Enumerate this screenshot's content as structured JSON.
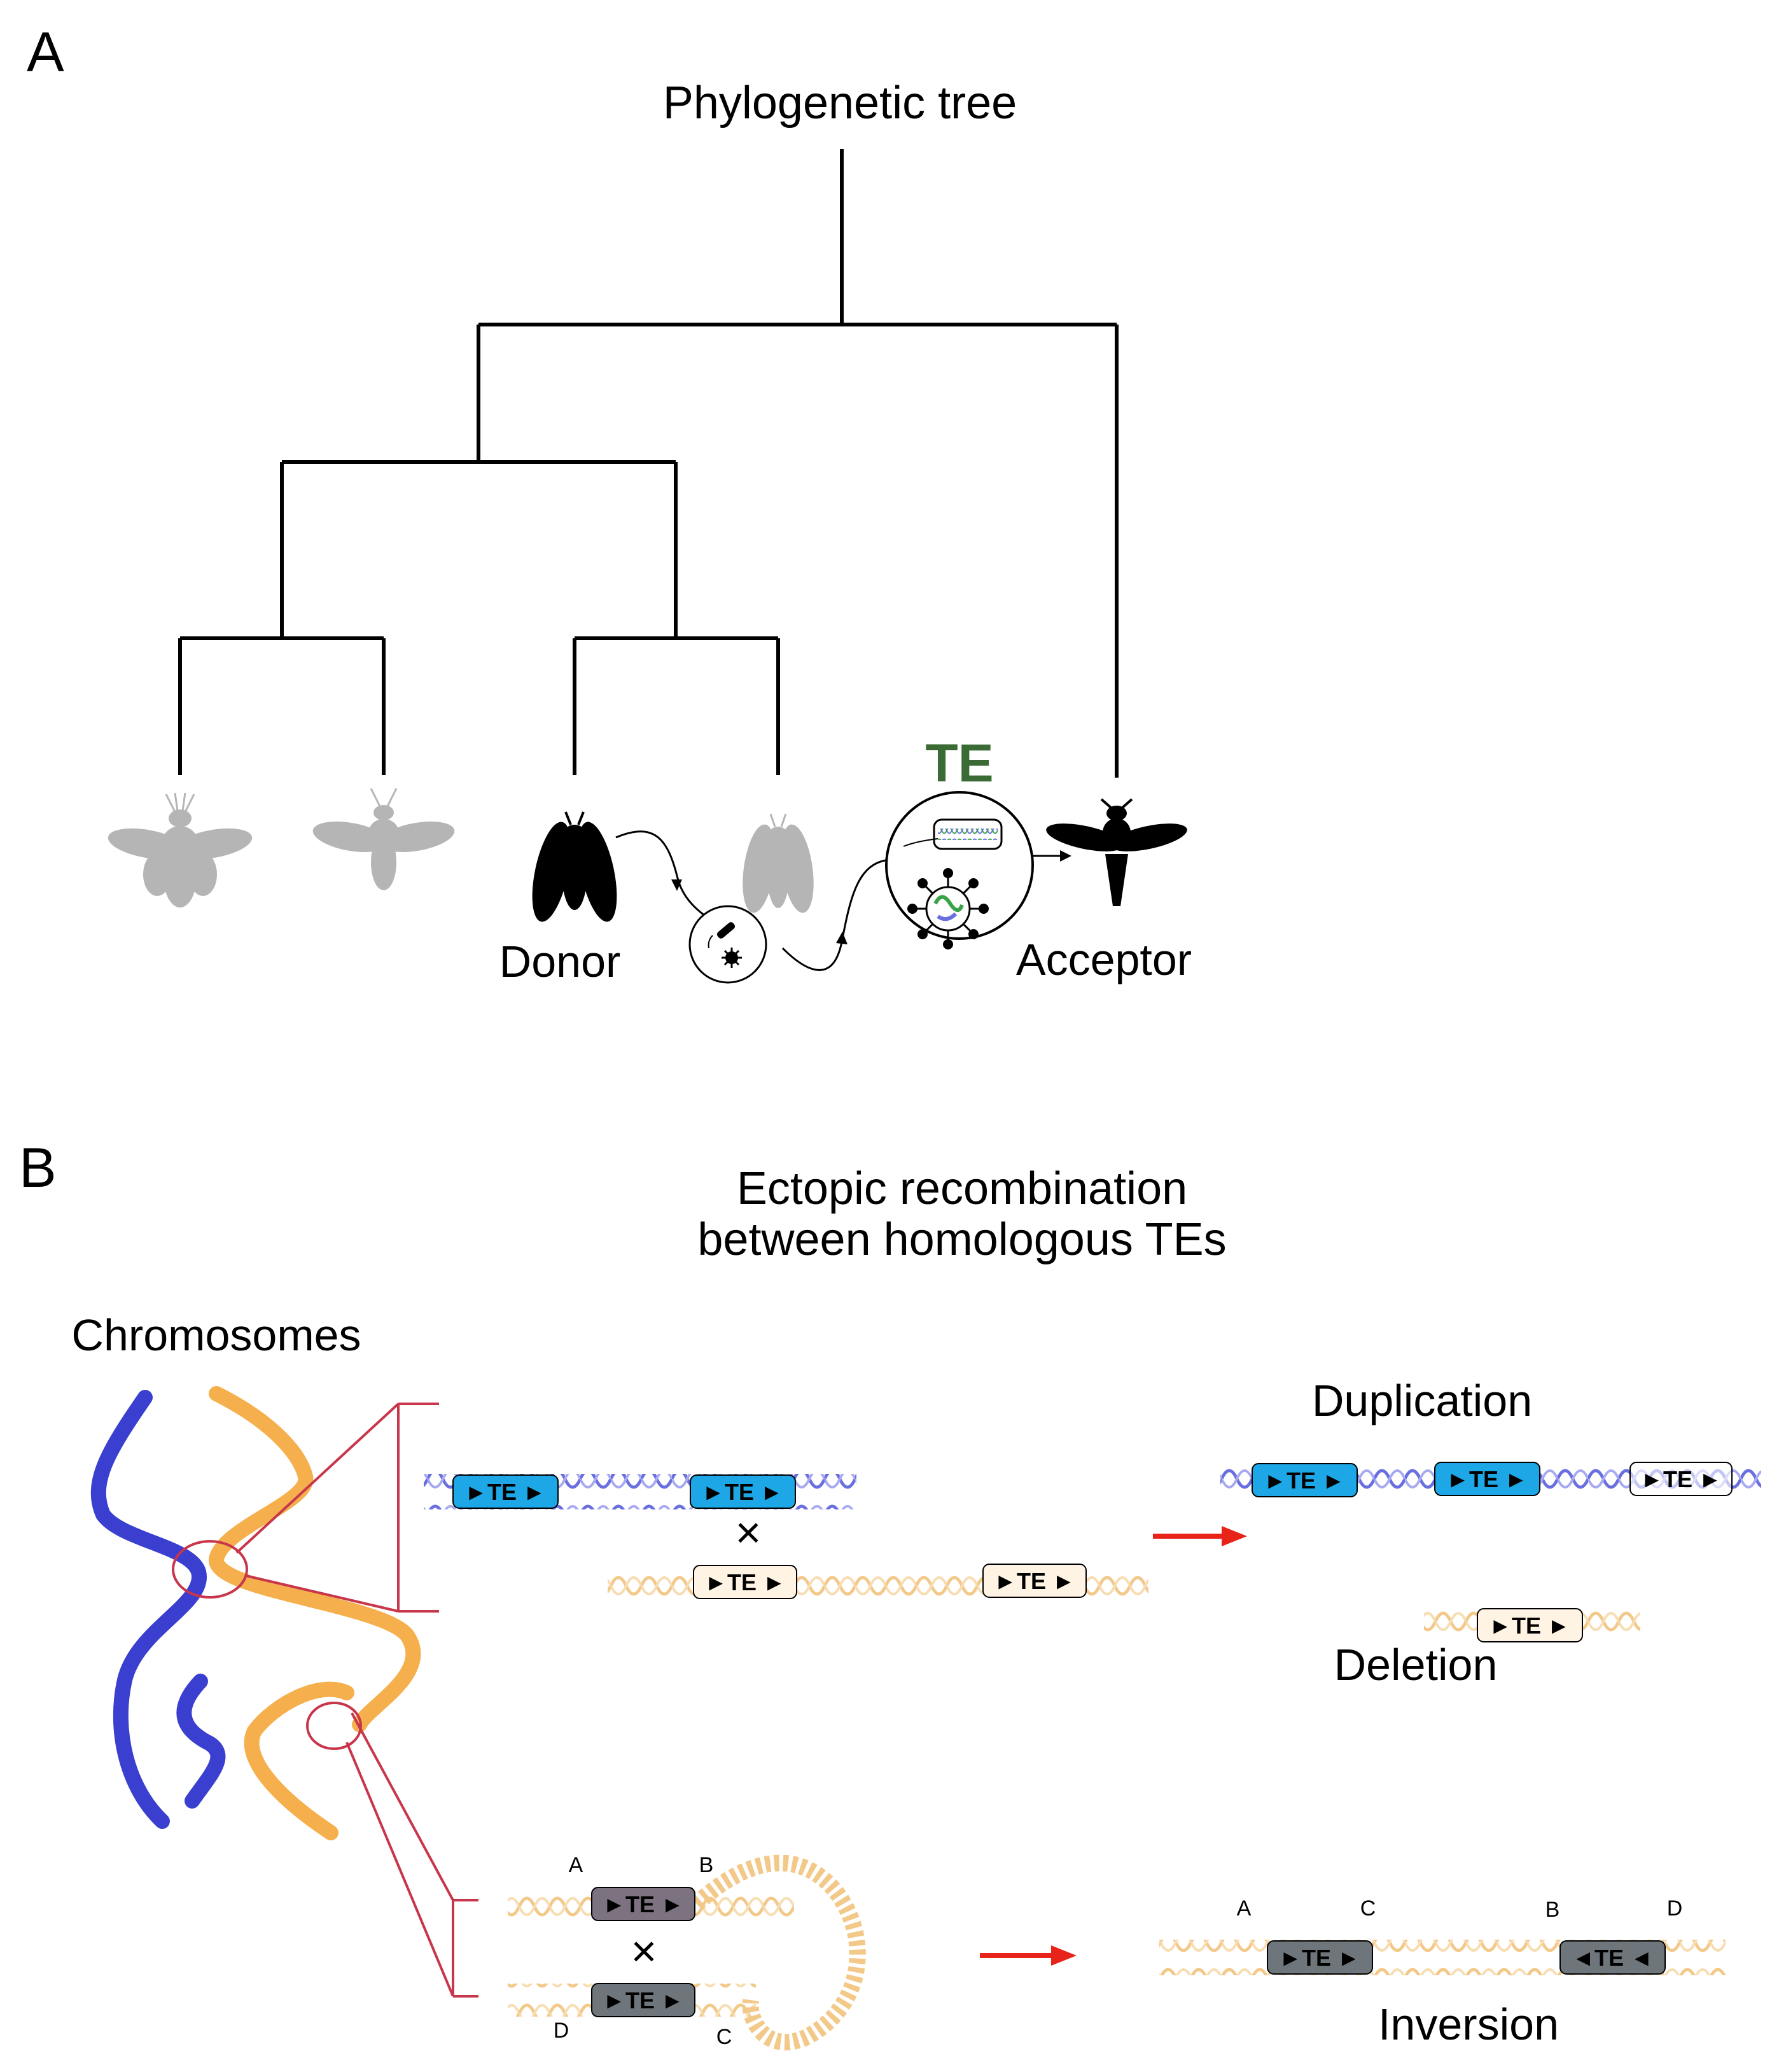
{
  "panel_a": {
    "letter": "A",
    "title": "Phylogenetic tree",
    "te_label": "TE",
    "donor_label": "Donor",
    "acceptor_label": "Acceptor"
  },
  "panel_b": {
    "letter": "B",
    "title_line1": "Ectopic recombination",
    "title_line2": "between homologous TEs",
    "chromosomes_label": "Chromosomes",
    "duplication_label": "Duplication",
    "deletion_label": "Deletion",
    "inversion_label": "Inversion",
    "te_text": "TE",
    "te_forward": "►TE ►",
    "te_reverse": "◄TE ◄",
    "cross_symbol": "×",
    "point_a": "A",
    "point_b": "B",
    "point_c": "C",
    "point_d": "D"
  },
  "colors": {
    "blue_chromosome": "#3a3fcf",
    "orange_chromosome": "#f5b04d",
    "te_blue": "#1ea7e6",
    "te_gray": "#6f767b",
    "te_purple_gray": "#7d7280",
    "te_green": "#3a6b35",
    "callout_red": "#c8364b",
    "arrow_red": "#e8241a",
    "silhouette_gray": "#b5b5b5"
  }
}
